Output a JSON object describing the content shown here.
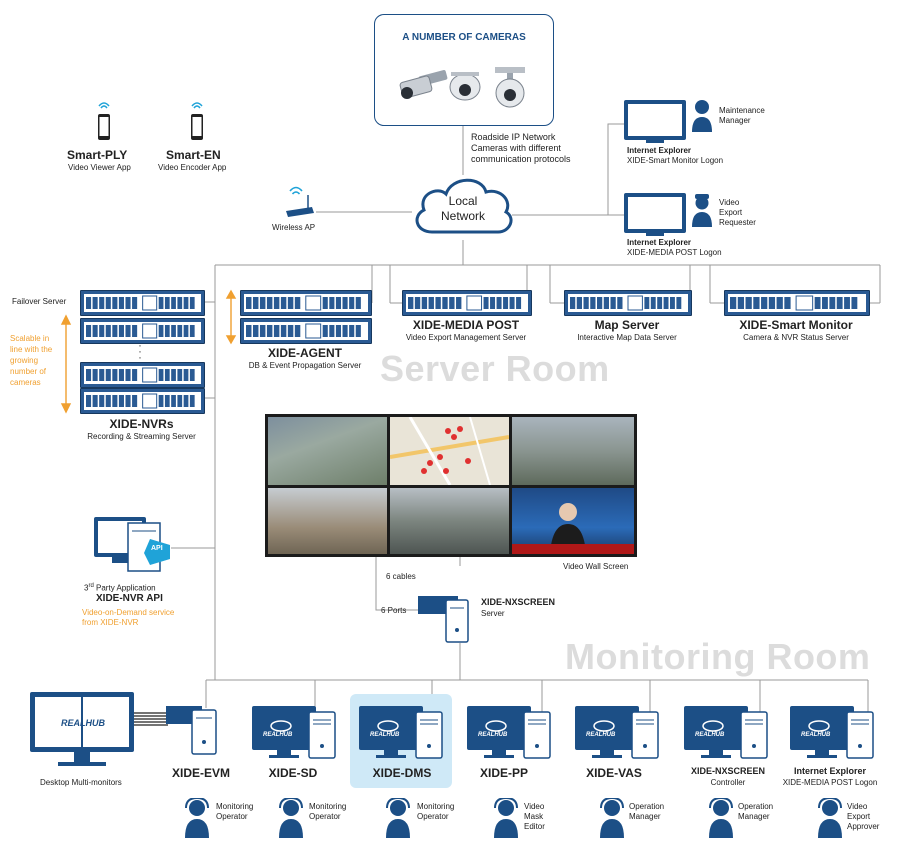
{
  "cameras": {
    "title": "A NUMBER OF CAMERAS",
    "description": [
      "Roadside IP Network",
      "Cameras with different",
      "communication protocols"
    ]
  },
  "network": {
    "label_line1": "Local",
    "label_line2": "Network"
  },
  "wireless_ap": "Wireless AP",
  "mobile": [
    {
      "name": "Smart-PLY",
      "desc": "Video Viewer App"
    },
    {
      "name": "Smart-EN",
      "desc": "Video Encoder App"
    }
  ],
  "clients_top": [
    {
      "app": "Internet Explorer",
      "sub": "XIDE-Smart Monitor Logon",
      "role": [
        "Maintenance",
        "Manager"
      ]
    },
    {
      "app": "Internet Explorer",
      "sub": "XIDE-MEDIA POST Logon",
      "role": [
        "Video",
        "Export",
        "Requester"
      ]
    }
  ],
  "server_room": {
    "watermark": "Server Room",
    "failover": "Failover Server",
    "scalable_note": [
      "Scalable in",
      "line with the",
      "growing",
      "number of",
      "cameras"
    ],
    "nvrs": {
      "name": "XIDE-NVRs",
      "desc": "Recording & Streaming Server"
    },
    "agent": {
      "name": "XIDE-AGENT",
      "desc": "DB & Event Propagation Server"
    },
    "media_post": {
      "name": "XIDE-MEDIA POST",
      "desc": "Video Export Management Server"
    },
    "map": {
      "name": "Map Server",
      "desc": "Interactive Map Data Server"
    },
    "smart_monitor": {
      "name": "XIDE-Smart Monitor",
      "desc": "Camera & NVR Status Server"
    }
  },
  "video_wall": {
    "label": "Video Wall Screen",
    "cables": "6 cables",
    "ports": "6 Ports"
  },
  "third_party": {
    "app_prefix": "3",
    "app_sup": "rd",
    "app_rest": " Party Application",
    "api_name": "XIDE-NVR API",
    "note": [
      "Video-on-Demand service",
      "from XIDE-NVR"
    ],
    "badge": "API"
  },
  "nxscreen_server": {
    "name": "XIDE-NXSCREEN",
    "desc": "Server"
  },
  "monitoring_room": {
    "watermark": "Monitoring Room",
    "desktop_label": "Desktop Multi-monitors"
  },
  "brand": "REALHUB",
  "workstations": [
    {
      "name": "XIDE-EVM",
      "sub": "",
      "operator": [
        "Monitoring",
        "Operator"
      ]
    },
    {
      "name": "XIDE-SD",
      "sub": "",
      "operator": [
        "Monitoring",
        "Operator"
      ]
    },
    {
      "name": "XIDE-DMS",
      "sub": "",
      "operator": [
        "Monitoring",
        "Operator"
      ]
    },
    {
      "name": "XIDE-PP",
      "sub": "",
      "operator": [
        "Video",
        "Mask",
        "Editor"
      ]
    },
    {
      "name": "XIDE-VAS",
      "sub": "",
      "operator": [
        "Operation",
        "Manager"
      ]
    },
    {
      "name": "XIDE-NXSCREEN",
      "sub": "Controller",
      "operator": [
        "Operation",
        "Manager"
      ]
    },
    {
      "name": "Internet Explorer",
      "sub": "XIDE-MEDIA POST Logon",
      "operator": [
        "Video",
        "Export",
        "Approver"
      ]
    }
  ],
  "colors": {
    "navy": "#1c4f86",
    "orange": "#f0a030",
    "watermark": "#dcdcdc",
    "highlight": "#cfe9f7",
    "line": "#9a9a9a"
  }
}
